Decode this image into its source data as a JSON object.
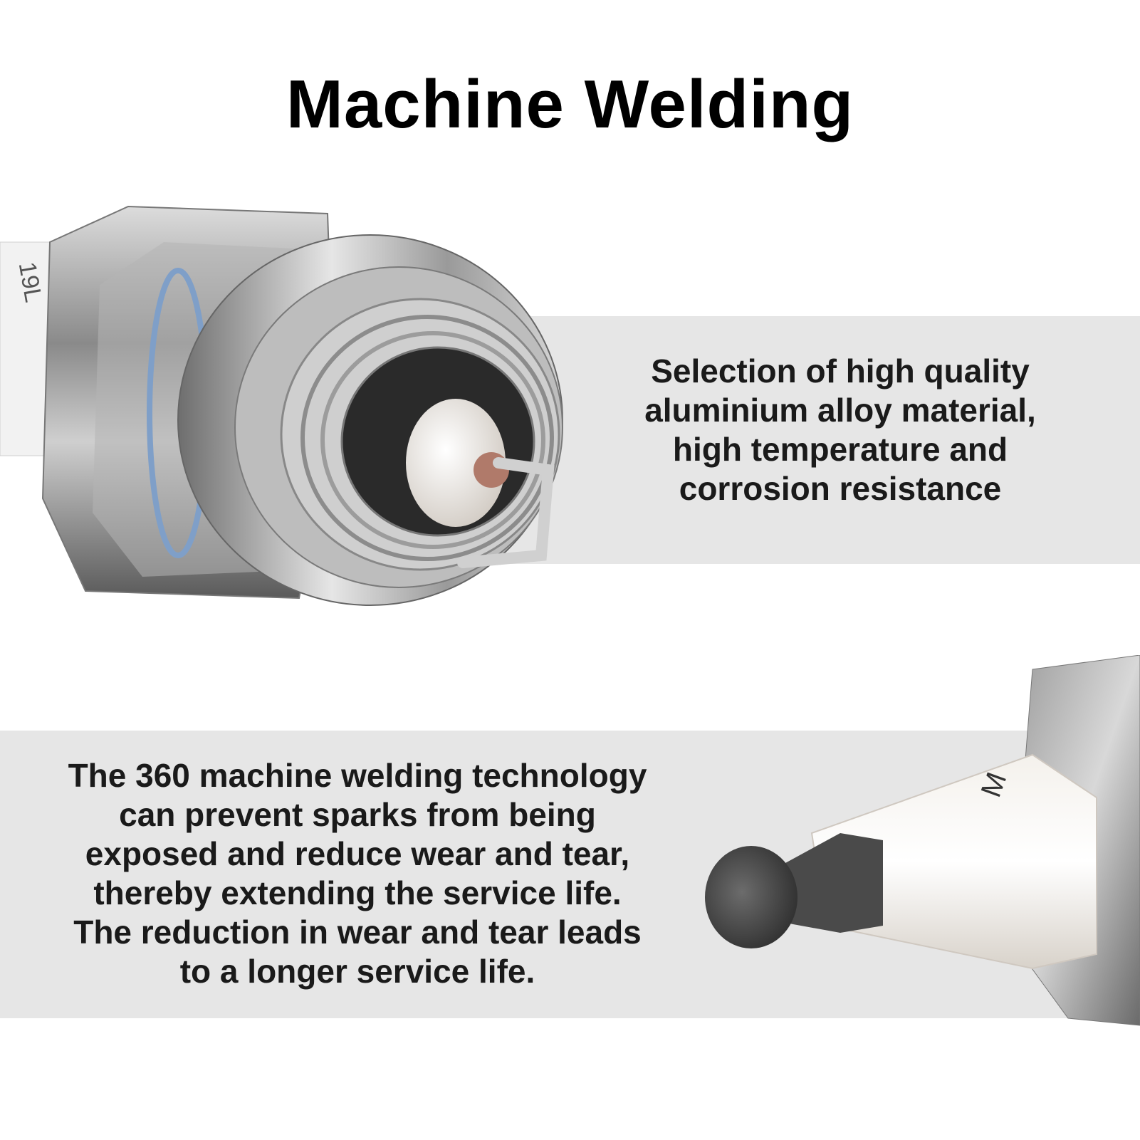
{
  "header": {
    "title": "Machine Welding"
  },
  "features": [
    {
      "text": "Selection of high quality\naluminium alloy material,\nhigh temperature and\ncorrosion resistance"
    },
    {
      "text": "The 360 machine welding technology\ncan prevent sparks from being\nexposed and reduce wear and tear,\nthereby extending the service life.\nThe reduction in wear and tear leads\nto a longer service life."
    }
  ],
  "colors": {
    "band": "#e6e6e6",
    "text": "#1a1a1a",
    "title": "#000000"
  },
  "images": [
    {
      "icon": "spark-plug-threaded-end-photo"
    },
    {
      "icon": "spark-plug-terminal-end-photo"
    }
  ]
}
